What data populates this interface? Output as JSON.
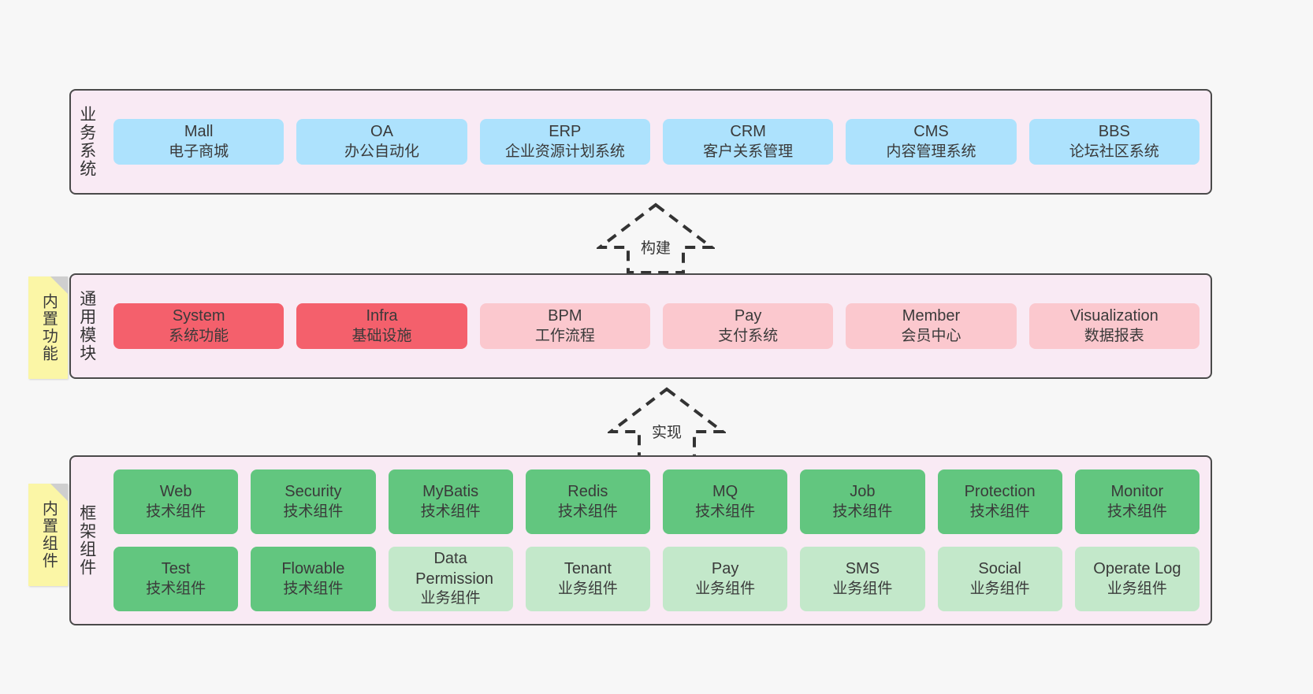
{
  "layers": [
    {
      "key": "business",
      "label": "业务系统",
      "rows": [
        {
          "style": "c-blue",
          "cards": [
            {
              "en": "Mall",
              "cn": "电子商城"
            },
            {
              "en": "OA",
              "cn": "办公自动化"
            },
            {
              "en": "ERP",
              "cn": "企业资源计划系统"
            },
            {
              "en": "CRM",
              "cn": "客户关系管理"
            },
            {
              "en": "CMS",
              "cn": "内容管理系统"
            },
            {
              "en": "BBS",
              "cn": "论坛社区系统"
            }
          ]
        }
      ]
    },
    {
      "key": "common",
      "label": "通用模块",
      "note": "内置功能",
      "rows": [
        {
          "cards": [
            {
              "en": "System",
              "cn": "系统功能",
              "style": "c-red"
            },
            {
              "en": "Infra",
              "cn": "基础设施",
              "style": "c-red"
            },
            {
              "en": "BPM",
              "cn": "工作流程",
              "style": "c-pink"
            },
            {
              "en": "Pay",
              "cn": "支付系统",
              "style": "c-pink"
            },
            {
              "en": "Member",
              "cn": "会员中心",
              "style": "c-pink"
            },
            {
              "en": "Visualization",
              "cn": "数据报表",
              "style": "c-pink"
            }
          ]
        }
      ]
    },
    {
      "key": "framework",
      "label": "框架组件",
      "note": "内置组件",
      "rows": [
        {
          "style": "c-green",
          "cards": [
            {
              "en": "Web",
              "cn": "技术组件"
            },
            {
              "en": "Security",
              "cn": "技术组件"
            },
            {
              "en": "MyBatis",
              "cn": "技术组件"
            },
            {
              "en": "Redis",
              "cn": "技术组件"
            },
            {
              "en": "MQ",
              "cn": "技术组件"
            },
            {
              "en": "Job",
              "cn": "技术组件"
            },
            {
              "en": "Protection",
              "cn": "技术组件"
            },
            {
              "en": "Monitor",
              "cn": "技术组件"
            }
          ]
        },
        {
          "cards": [
            {
              "en": "Test",
              "cn": "技术组件",
              "style": "c-green"
            },
            {
              "en": "Flowable",
              "cn": "技术组件",
              "style": "c-green"
            },
            {
              "en": "Data Permission",
              "cn": "业务组件",
              "style": "c-lightgreen"
            },
            {
              "en": "Tenant",
              "cn": "业务组件",
              "style": "c-lightgreen"
            },
            {
              "en": "Pay",
              "cn": "业务组件",
              "style": "c-lightgreen"
            },
            {
              "en": "SMS",
              "cn": "业务组件",
              "style": "c-lightgreen"
            },
            {
              "en": "Social",
              "cn": "业务组件",
              "style": "c-lightgreen"
            },
            {
              "en": "Operate Log",
              "cn": "业务组件",
              "style": "c-lightgreen"
            }
          ]
        }
      ]
    }
  ],
  "arrows": [
    {
      "key": "build",
      "label": "构建"
    },
    {
      "key": "implement",
      "label": "实现"
    }
  ],
  "colors": {
    "band_bg": "#f9eaf4",
    "band_border": "#4a4a4a",
    "blue": "#ade2fd",
    "red": "#f4606c",
    "pink": "#fbc8ce",
    "green": "#62c67f",
    "light_green": "#c3e8ca",
    "note": "#fbf6a6",
    "note_fold": "#cfcfcf",
    "canvas": "#f7f7f7",
    "text": "#3a3a3a"
  }
}
